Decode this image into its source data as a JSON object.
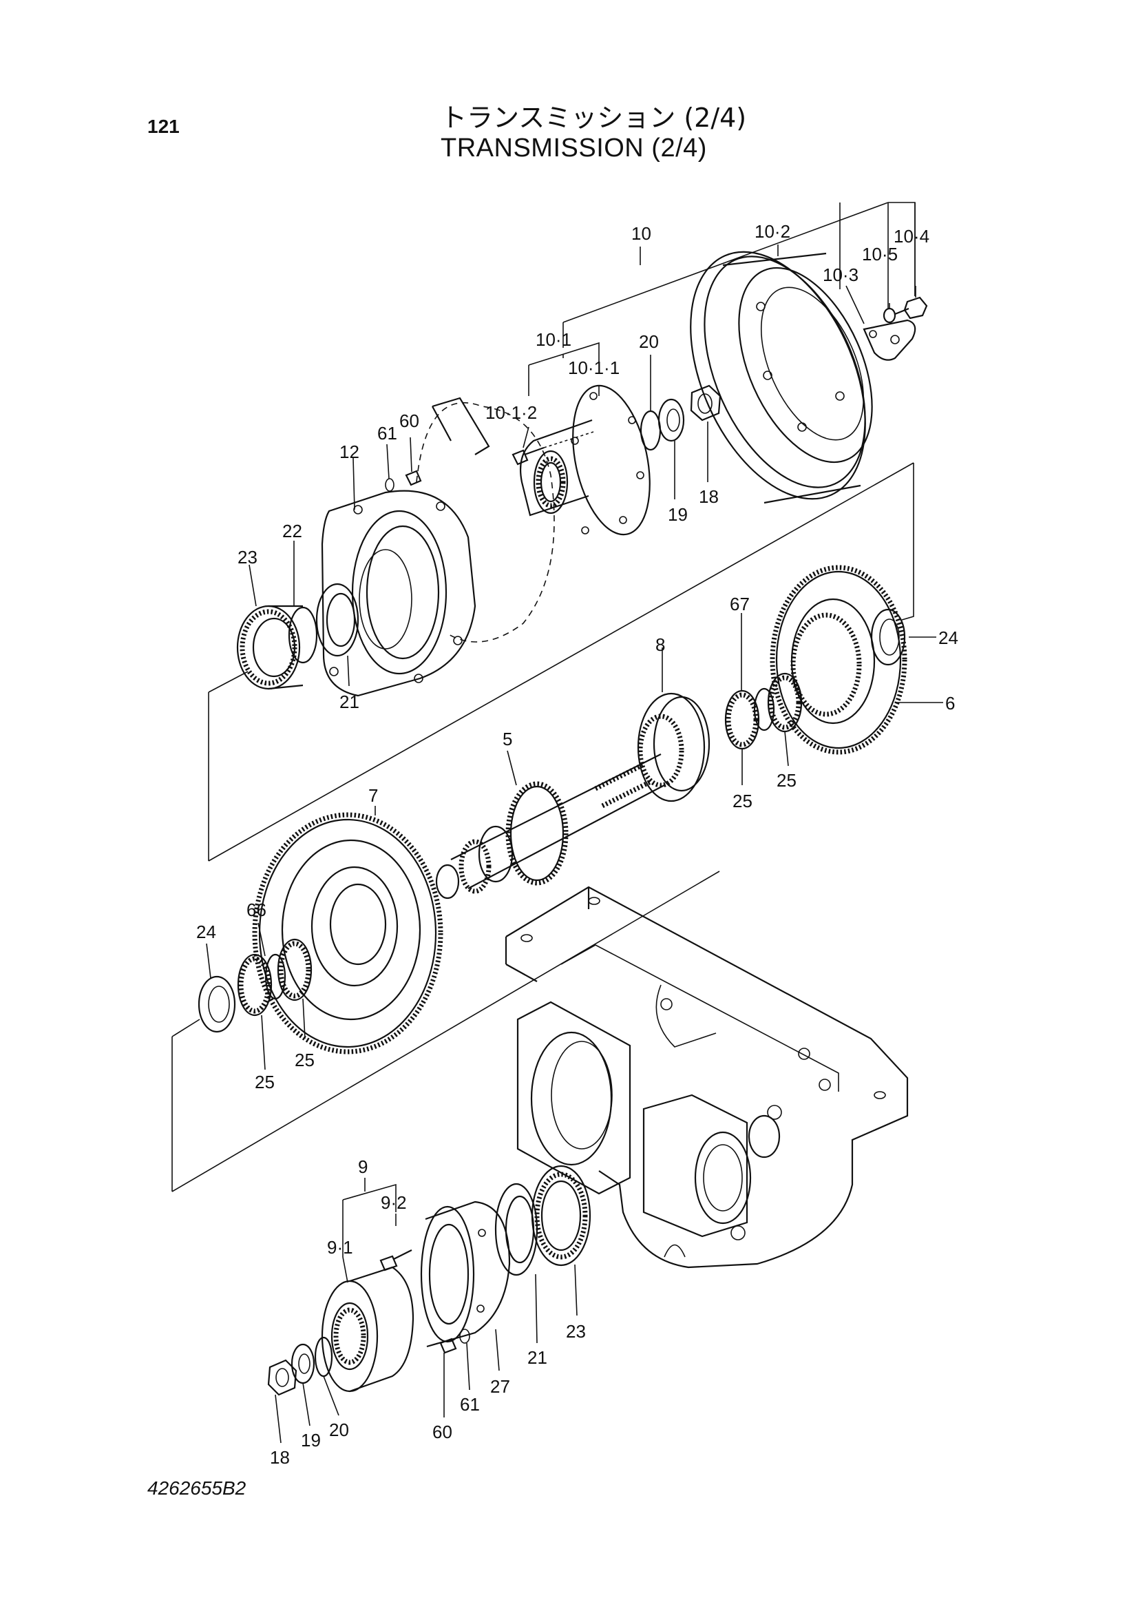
{
  "header": {
    "page_number": "121",
    "title_jp": "トランスミッション (2/4)",
    "title_en": "TRANSMISSION (2/4)"
  },
  "footer": {
    "doc_code": "4262655B2"
  },
  "callouts": [
    "10",
    "10·2",
    "10·3",
    "10·4",
    "10·5",
    "10·1",
    "10·1·1",
    "10·1·2",
    "20",
    "18",
    "19",
    "60",
    "61",
    "12",
    "22",
    "23",
    "21",
    "67",
    "8",
    "24",
    "6",
    "25",
    "25",
    "5",
    "7",
    "66",
    "24",
    "25",
    "25",
    "9",
    "9·2",
    "9·1",
    "23",
    "21",
    "27",
    "61",
    "60",
    "20",
    "19",
    "18"
  ]
}
